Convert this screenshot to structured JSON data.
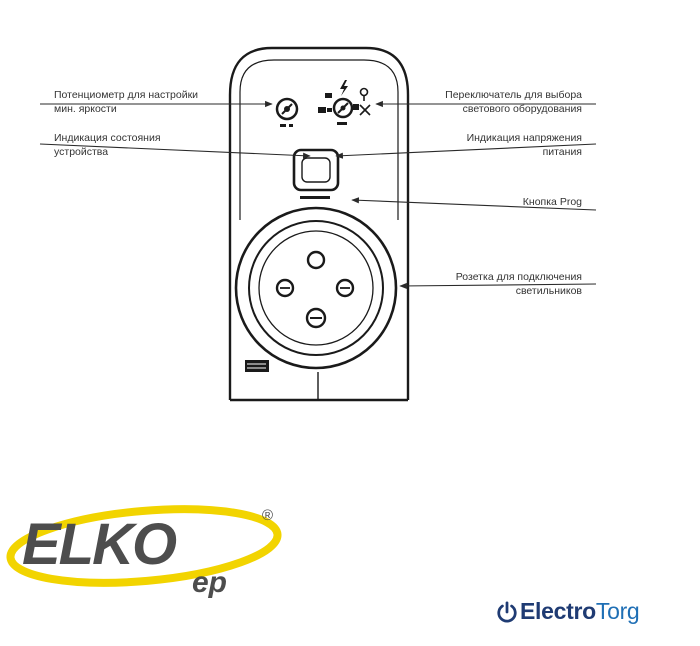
{
  "callouts": {
    "potentiometer": [
      "Потенциометр для настройки",
      "мин. яркости"
    ],
    "state_indication": [
      "Индикация состояния",
      "устройства"
    ],
    "switch": [
      "Переключатель для выбора",
      "светового оборудования"
    ],
    "voltage_indication": [
      "Индикация напряжения",
      "питания"
    ],
    "prog_button": [
      "Кнопка Prog"
    ],
    "socket": [
      "Розетка для подключения",
      "светильников"
    ]
  },
  "logos": {
    "elko_brand": "ELKO",
    "elko_sub": "ep",
    "registered": "®",
    "electrotorg_part1": "Electro",
    "electrotorg_part2": "Torg"
  },
  "colors": {
    "device_outline": "#1a1a1a",
    "leader_line": "#2a2a2a",
    "elko_yellow": "#f2d400",
    "elko_grey": "#4d4d4d",
    "electrotorg_dark": "#1f3b73",
    "electrotorg_light": "#1f6fb5"
  }
}
